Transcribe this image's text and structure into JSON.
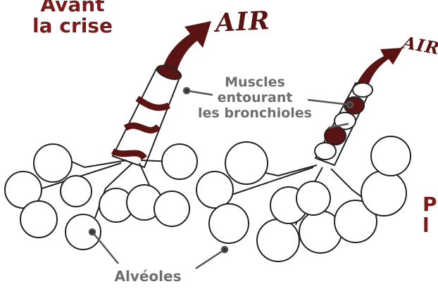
{
  "heading_before": {
    "line1": "Avant",
    "line2": "la crise"
  },
  "heading_during_partial": {
    "line1": "P",
    "line2": "l"
  },
  "air_label_left": "AIR",
  "air_label_right": "AIR",
  "muscles_label": {
    "line1": "Muscles",
    "line2": "entourant",
    "line3": "les bronchioles"
  },
  "alveoles_label": "Alvéoles",
  "colors": {
    "maroon": "#5a1414",
    "label_maroon": "#7a1c1c",
    "label_gray": "#6e6e6e",
    "stroke": "#222222"
  }
}
